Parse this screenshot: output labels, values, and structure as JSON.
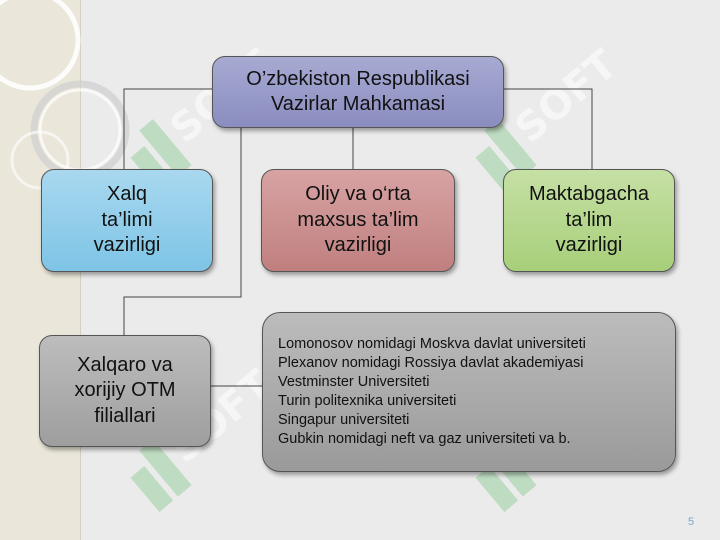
{
  "nodes": {
    "top": "O’zbekiston Respublikasi\nVazirlar Mahkamasi",
    "left": "Xalq\nta’limi\nvazirligi",
    "middle": "Oliy va o‘rta\nmaxsus ta’lim\nvazirligi",
    "right": "Maktabgacha\nta’lim\nvazirligi",
    "branches": "Xalqaro va\nxorijiy OTM\nfiliallari"
  },
  "universities": [
    "Lomonosov nomidagi Moskva davlat universiteti",
    "Plexanov nomidagi Rossiya davlat akademiyasi",
    "Vestminster Universiteti",
    "Turin politexnika universiteti",
    "Singapur universiteti",
    "Gubkin nomidagi neft va gaz universiteti va b."
  ],
  "page_number": "5",
  "watermark_text": "SOFT",
  "colors": {
    "top": "#9a9dcb",
    "left": "#8fcdea",
    "middle": "#cc9090",
    "right": "#b5d78d",
    "branches": "#adadad",
    "list": "#aaaaaa",
    "watermark": "#9ad0a0"
  }
}
